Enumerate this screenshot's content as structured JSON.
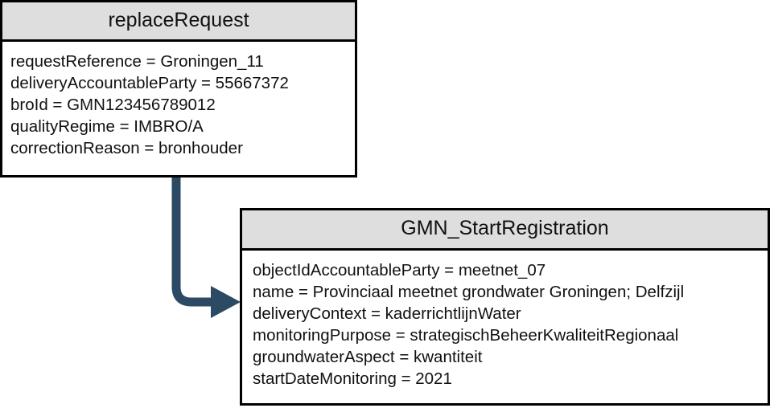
{
  "diagram": {
    "type": "uml-object-diagram",
    "background_color": "#ffffff",
    "boxes": [
      {
        "id": "replaceRequest",
        "title": "replaceRequest",
        "header_color": "#dedede",
        "border_color": "#000000",
        "attributes": [
          "requestReference = Groningen_11",
          "deliveryAccountableParty = 55667372",
          "broId = GMN123456789012",
          "qualityRegime = IMBRO/A",
          "correctionReason = bronhouder"
        ]
      },
      {
        "id": "GMN_StartRegistration",
        "title": "GMN_StartRegistration",
        "header_color": "#dedede",
        "border_color": "#000000",
        "attributes": [
          "objectIdAccountableParty = meetnet_07",
          "name = Provinciaal meetnet grondwater Groningen; Delfzijl",
          "deliveryContext = kaderrichtlijnWater",
          "monitoringPurpose = strategischBeheerKwaliteitRegionaal",
          "groundwaterAspect = kwantiteit",
          "startDateMonitoring = 2021"
        ]
      }
    ],
    "connector": {
      "name": "elbow-arrow-connector",
      "from": "replaceRequest",
      "to": "GMN_StartRegistration",
      "color": "#2c4a63",
      "style": "solid-elbow-with-arrowhead"
    }
  }
}
